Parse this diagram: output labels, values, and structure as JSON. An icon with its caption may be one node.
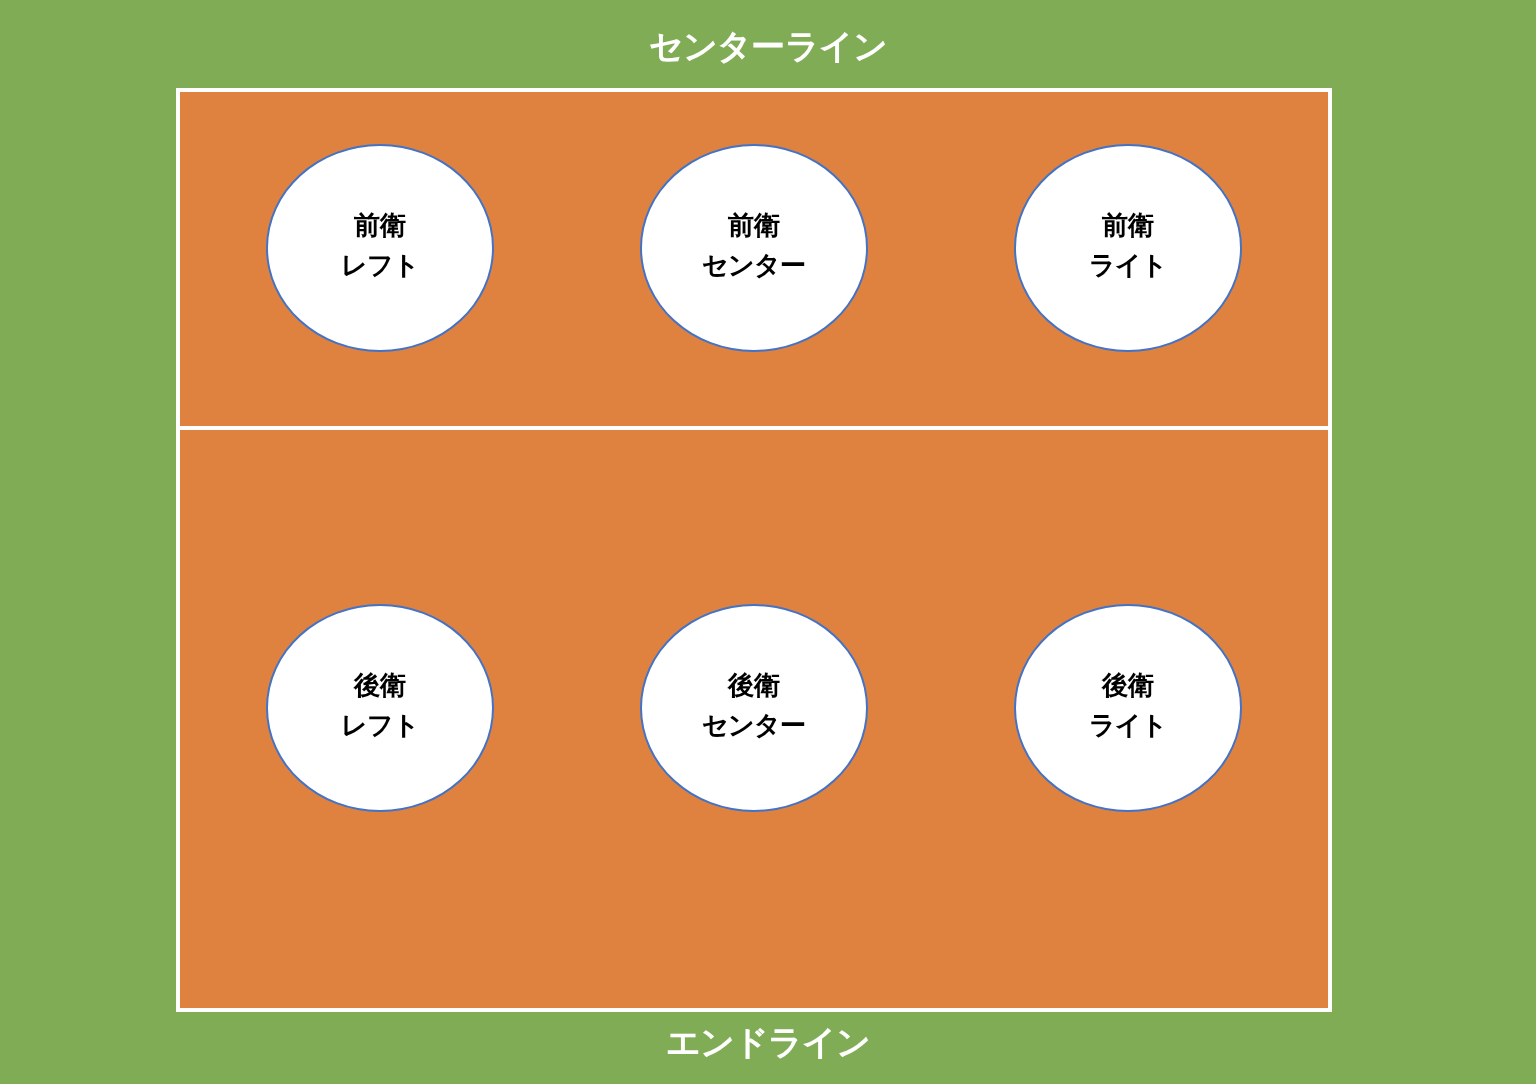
{
  "diagram": {
    "nodes": [
      {
        "text": [
          "前衛",
          "レフト"
        ]
      },
      {
        "text": [
          "前衛",
          "センター"
        ]
      },
      {
        "text": [
          "前衛",
          "ライト"
        ]
      },
      {
        "text": [
          "後衛",
          "レフト"
        ]
      },
      {
        "text": [
          "後衛",
          "センター"
        ]
      },
      {
        "text": [
          "後衛",
          "ライト"
        ]
      }
    ],
    "edges": [],
    "labels": [
      "センターライン",
      "エンドライン"
    ]
  }
}
